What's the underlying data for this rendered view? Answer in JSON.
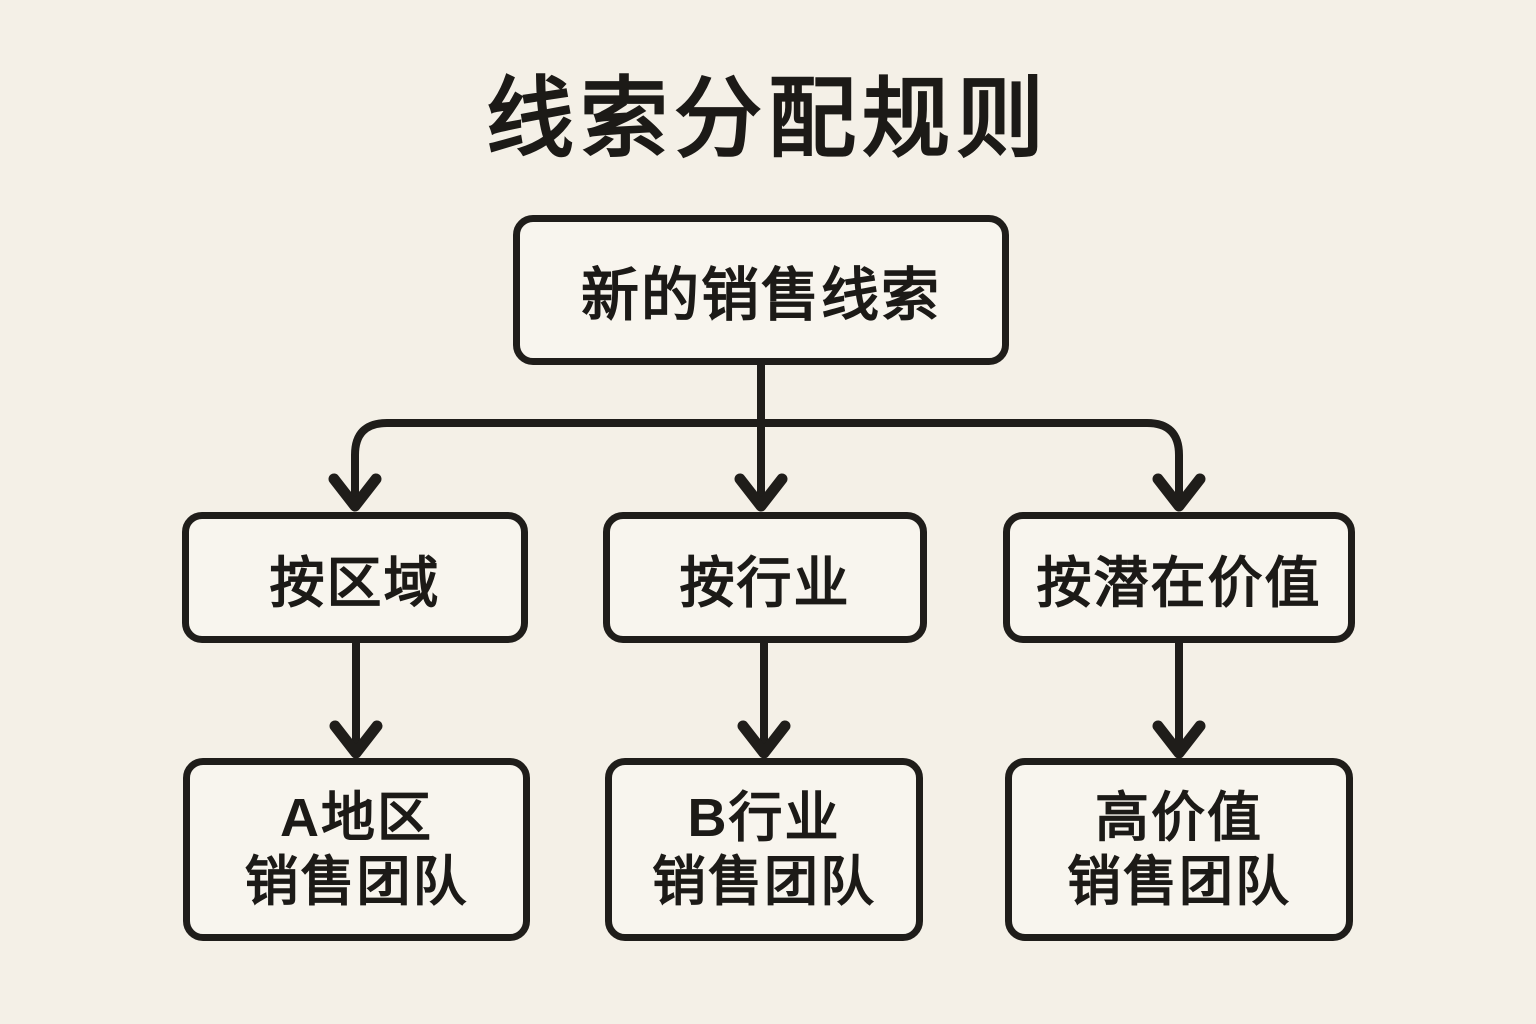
{
  "title": "线索分配规则",
  "nodes": {
    "root": {
      "label": "新的销售线索"
    },
    "branches": [
      {
        "label": "按区域"
      },
      {
        "label": "按行业"
      },
      {
        "label": "按潜在价值"
      }
    ],
    "teams": [
      {
        "line1": "A地区",
        "line2": "销售团队"
      },
      {
        "line1": "B行业",
        "line2": "销售团队"
      },
      {
        "line1": "高价值",
        "line2": "销售团队"
      }
    ]
  },
  "colors": {
    "background": "#f4f0e7",
    "node_fill": "#f8f5ee",
    "stroke": "#1f1d1a",
    "text": "#1c1a17"
  }
}
